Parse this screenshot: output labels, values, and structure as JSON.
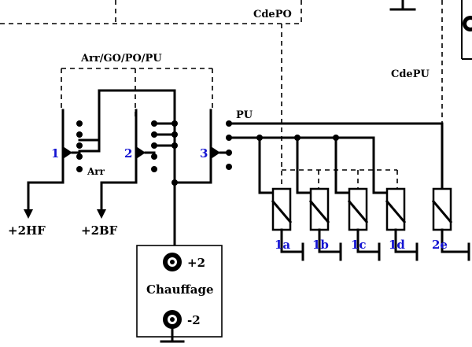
{
  "labels": {
    "cde_po": "CdePO",
    "cde_pu": "CdePU",
    "arr_go_po_pu": "Arr/GO/PO/PU",
    "pu": "PU",
    "arr": "Arr",
    "switch_1": "1",
    "switch_2": "2",
    "switch_3": "3",
    "out_2hf": "+2HF",
    "out_2bf": "+2BF",
    "plus_2": "+2",
    "minus_2": "-2",
    "chauffage": "Chauffage",
    "relay_1a": "1a",
    "relay_1b": "1b",
    "relay_1c": "1c",
    "relay_1d": "1d",
    "relay_2e": "2e"
  },
  "colors": {
    "line": "#000000",
    "switch_number": "#1414d2",
    "relay_label": "#1414d2"
  }
}
